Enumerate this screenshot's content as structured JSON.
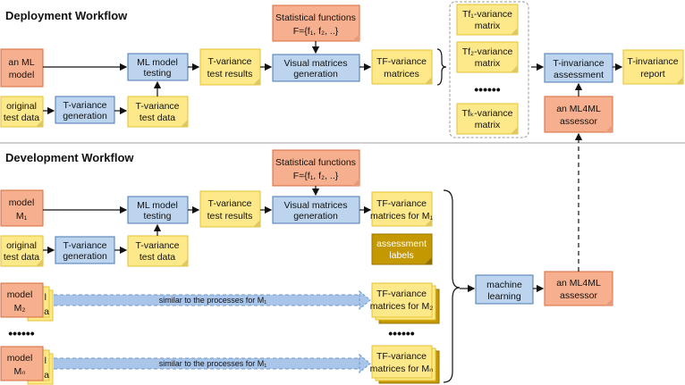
{
  "deployment": {
    "title": "Deployment Workflow",
    "ml_model": [
      "an ML",
      "model"
    ],
    "original_test_data": [
      "original",
      "test data"
    ],
    "tvar_generation": [
      "T-variance",
      "generation"
    ],
    "tvar_test_data": [
      "T-variance",
      "test data"
    ],
    "ml_testing": [
      "ML model",
      "testing"
    ],
    "tvar_results": [
      "T-variance",
      "test results"
    ],
    "stat_funcs": [
      "Statistical functions",
      "F={f₁, f₂, ..}"
    ],
    "visual_gen": [
      "Visual matrices",
      "generation"
    ],
    "tf_matrices": [
      "TF-variance",
      "matrices"
    ],
    "tf1": [
      "Tf₁-variance",
      "matrix"
    ],
    "tf2": [
      "Tf₂-variance",
      "matrix"
    ],
    "tfk": [
      "Tfₖ-variance",
      "matrix"
    ],
    "dots": "••••••",
    "assessor": [
      "an ML4ML",
      "assessor"
    ],
    "tinv_assessment": [
      "T-invariance",
      "assessment"
    ],
    "tinv_report": [
      "T-invariance",
      "report"
    ]
  },
  "development": {
    "title": "Development Workflow",
    "model1": [
      "model",
      "M₁"
    ],
    "original_test_data": [
      "original",
      "test data"
    ],
    "tvar_generation": [
      "T-variance",
      "generation"
    ],
    "tvar_test_data": [
      "T-variance",
      "test data"
    ],
    "ml_testing": [
      "ML model",
      "testing"
    ],
    "tvar_results": [
      "T-variance",
      "test results"
    ],
    "stat_funcs": [
      "Statistical functions",
      "F={f₁, f₂, ..}"
    ],
    "visual_gen": [
      "Visual matrices",
      "generation"
    ],
    "tf_m1": [
      "TF-variance",
      "matrices for M₁"
    ],
    "labels": [
      "assessment",
      "labels"
    ],
    "model2": [
      "model",
      "M₂"
    ],
    "tf_m2": [
      "TF-variance",
      "matrices for M₂"
    ],
    "modeln": [
      "model",
      "Mₙ"
    ],
    "tf_mn": [
      "TF-variance",
      "matrices for Mₙ"
    ],
    "similar_m2": "similar to the processes for M₁",
    "similar_mn": "similar to the processes for M₁",
    "dots_models": "••••••",
    "dots_tf": "••••••",
    "stub_a": "a",
    "stub_l": "l",
    "machine_learning": [
      "machine",
      "learning"
    ],
    "assessor": [
      "an ML4ML",
      "assessor"
    ]
  }
}
